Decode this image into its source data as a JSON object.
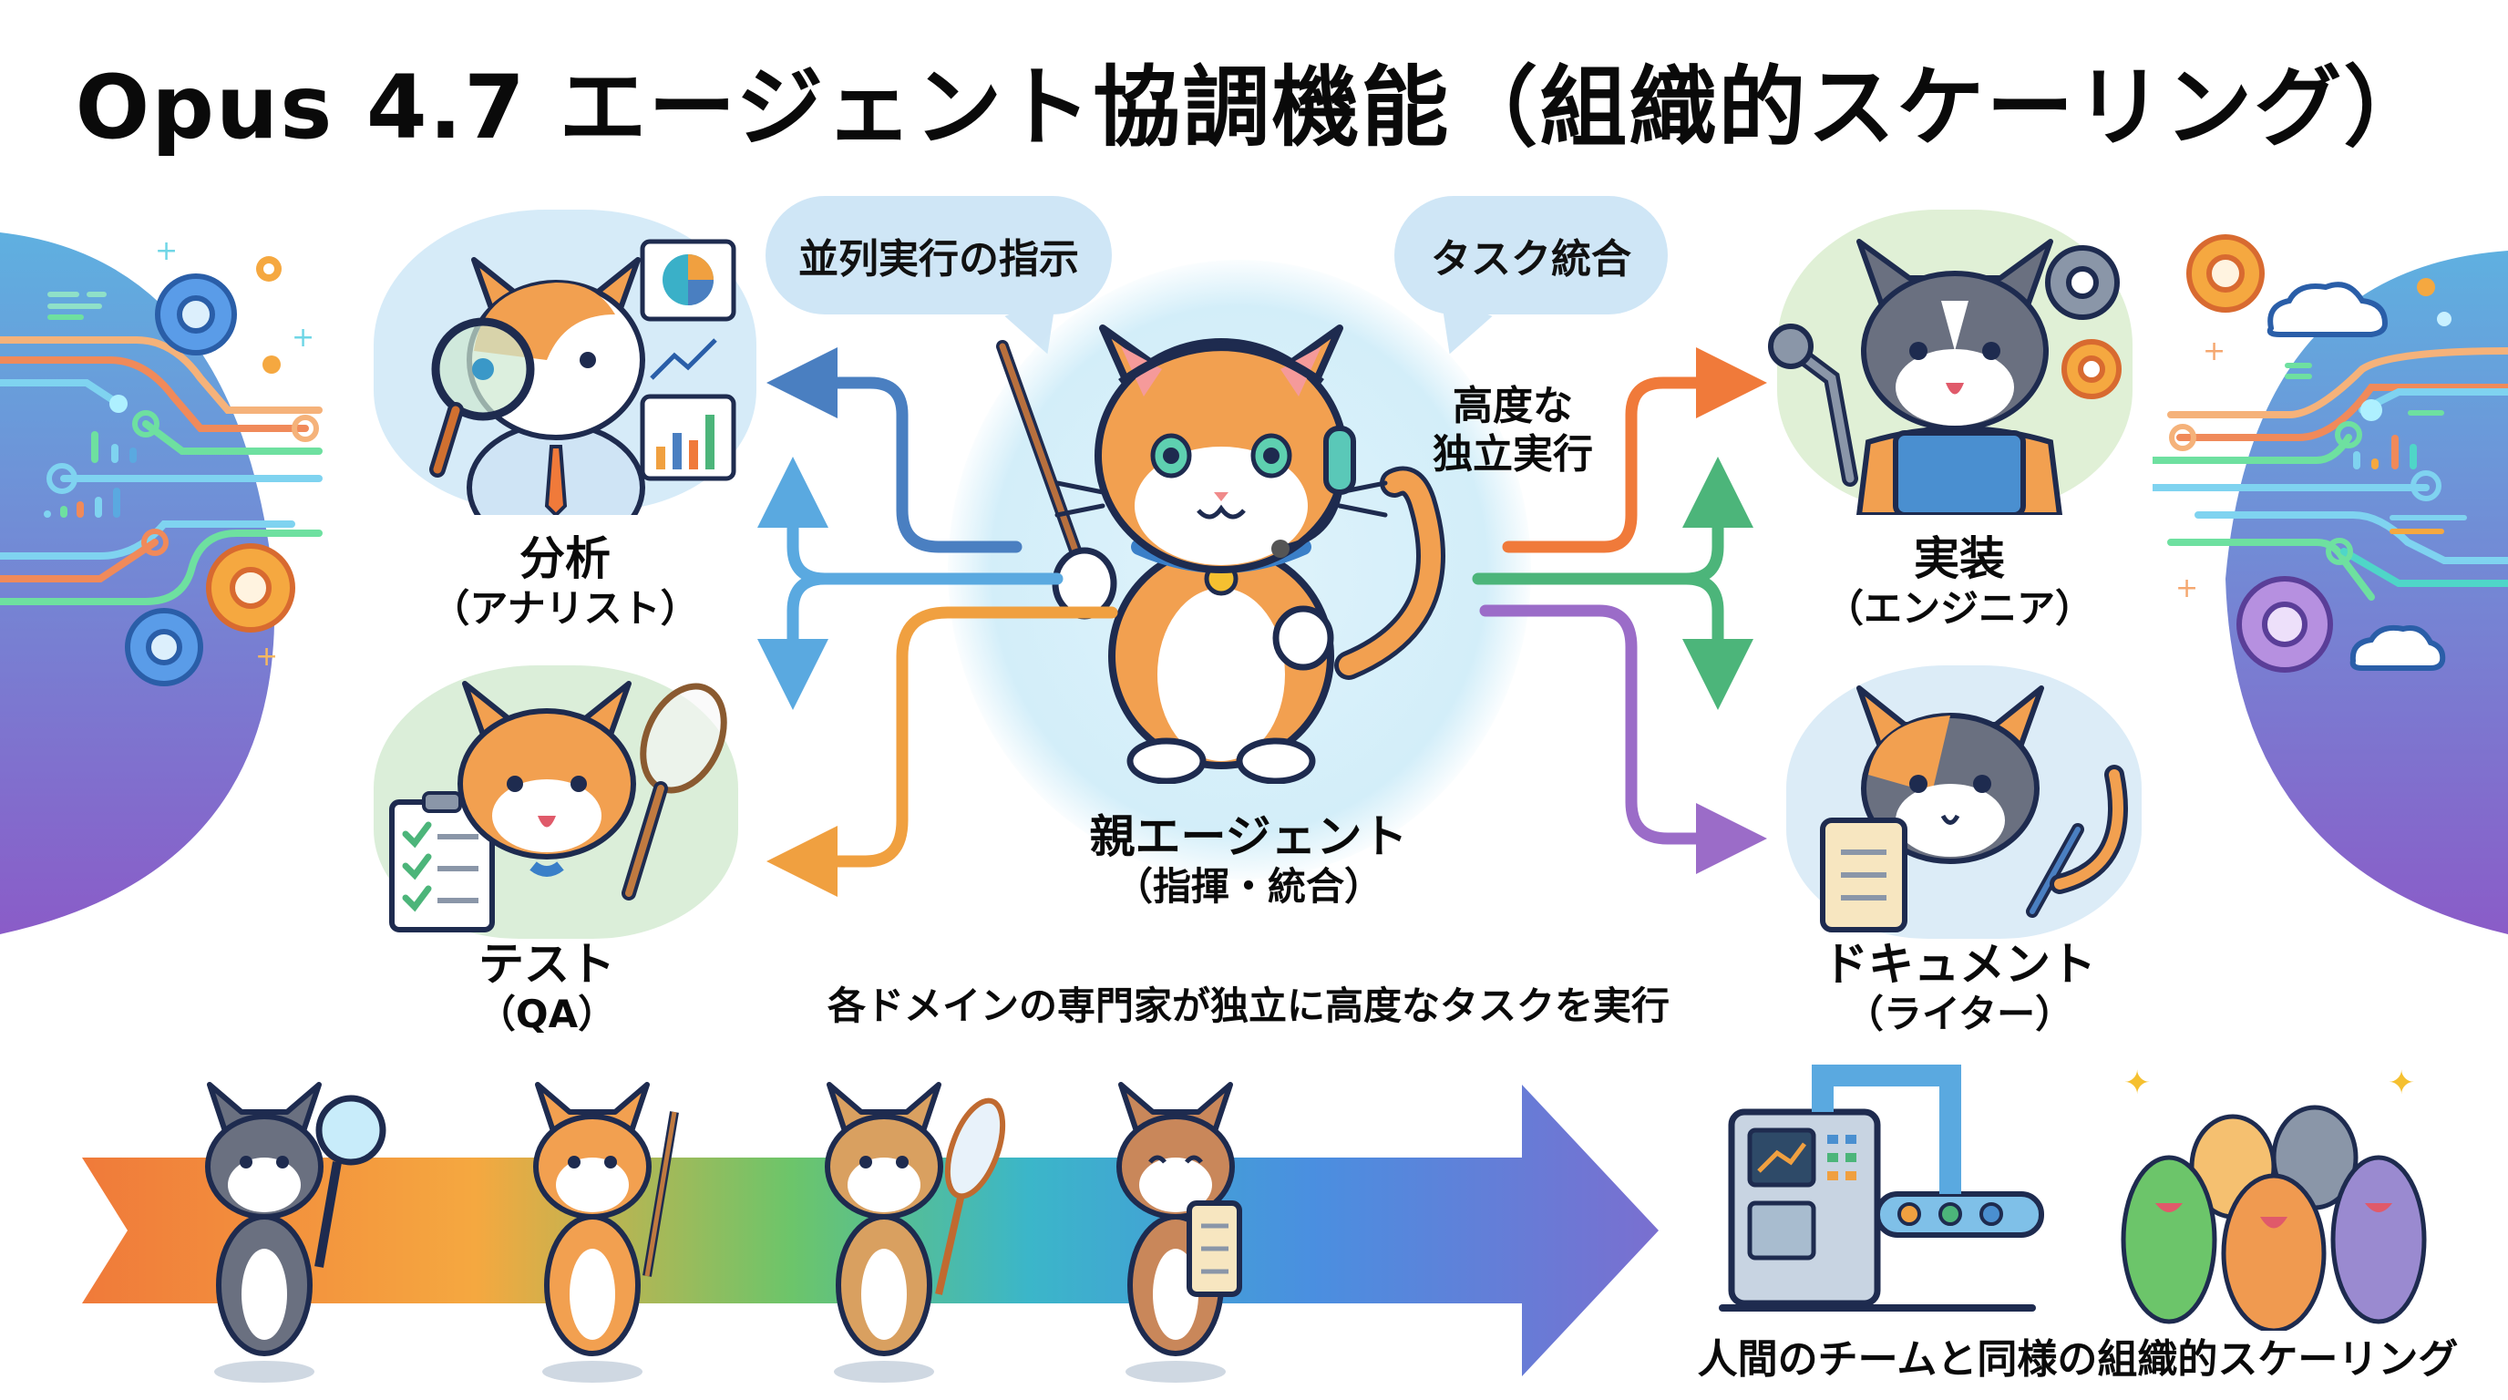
{
  "title": "Opus 4.7 エージェント協調機能（組織的スケーリング）",
  "bubbles": {
    "left": "並列実行の指示",
    "right": "タスク統合"
  },
  "center_note": {
    "line1": "高度な",
    "line2": "独立実行"
  },
  "parent_agent": {
    "name": "親エージェント",
    "role": "（指揮・統合）"
  },
  "agents": [
    {
      "id": "analyst",
      "name": "分析",
      "role": "（アナリスト）",
      "color": "#4a7fc1",
      "bg": "#d6ebf8"
    },
    {
      "id": "qa",
      "name": "テスト",
      "role": "（QA）",
      "color": "#f0a040",
      "bg": "#dbeed9"
    },
    {
      "id": "engineer",
      "name": "実装",
      "role": "（エンジニア）",
      "color": "#f07a3a",
      "bg": "#e0f0d6"
    },
    {
      "id": "writer",
      "name": "ドキュメント",
      "role": "（ライター）",
      "color": "#9b6cc8",
      "bg": "#dcecf7"
    }
  ],
  "connectors": {
    "left_top": "#4a7fc1",
    "left_middle": "#5aa9e0",
    "left_bottom": "#f0a040",
    "right_top": "#f07a3a",
    "right_middle": "#4cb57a",
    "right_bottom": "#9b6cc8"
  },
  "domain_caption": "各ドメインの専門家が独立に高度なタスクを実行",
  "progress_arrow": {
    "gradient": [
      "#f07a3a",
      "#f5a840",
      "#6cc56a",
      "#3bb6c9",
      "#4a8fe0",
      "#7a6fd0"
    ],
    "cats": [
      "analyst-cat-magnifier",
      "pointer-cat",
      "net-cat",
      "scroll-cat"
    ]
  },
  "scaling_caption": "人間のチームと同様の組織的スケーリング",
  "colors": {
    "blue": "#4a90d9",
    "orange": "#f08a3a",
    "green": "#4cb57a",
    "purple": "#8a6cc8",
    "navy_outline": "#1e2b4f",
    "bubble_bg": "#cfe6f6"
  }
}
